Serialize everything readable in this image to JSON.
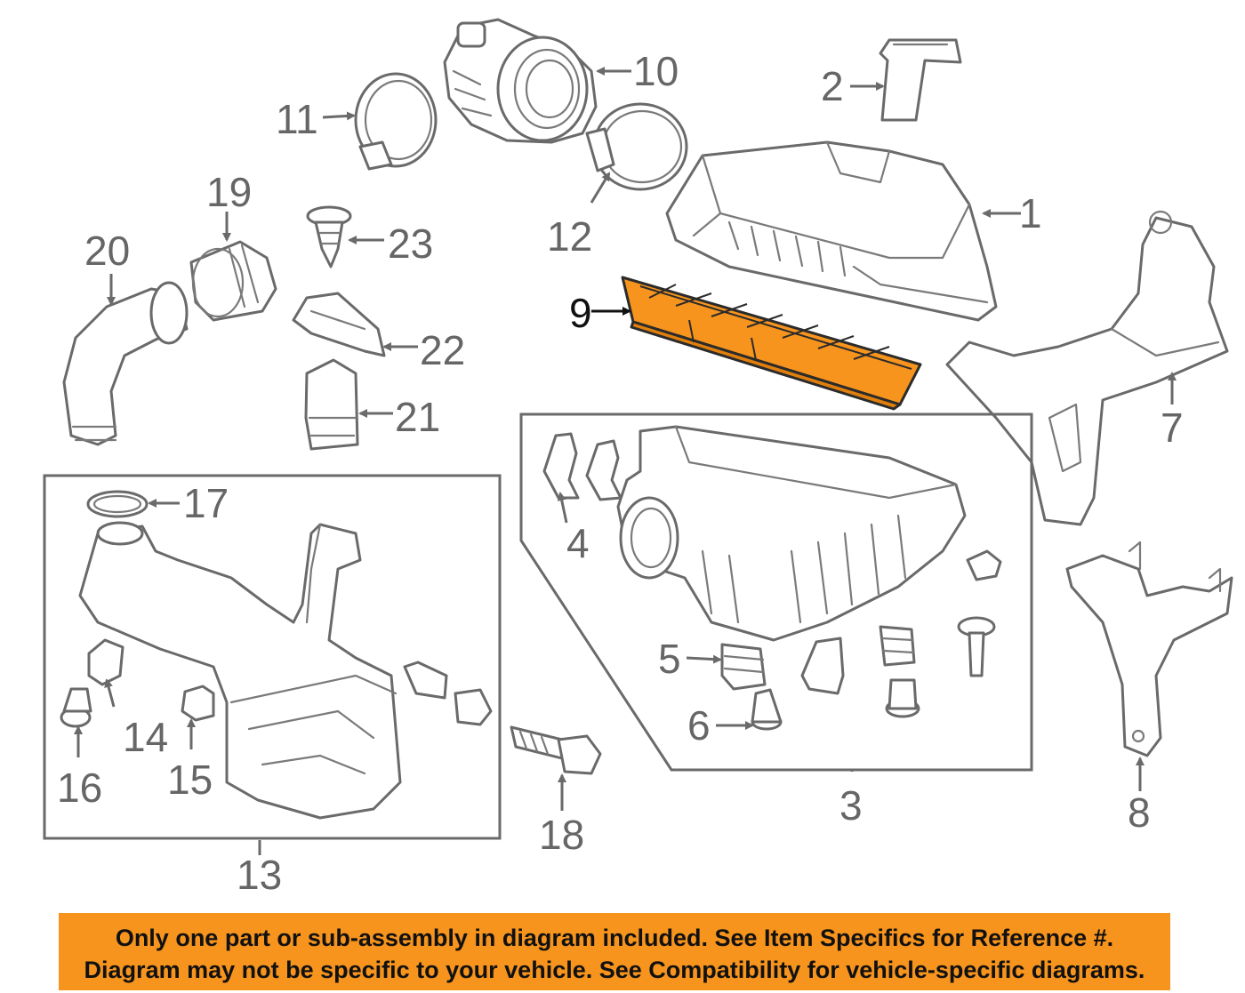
{
  "colors": {
    "line": "#6a6a6a",
    "highlight": "#f7941d",
    "notice_background": "#f7941d",
    "text_dark": "#111111"
  },
  "highlighted_part": "9",
  "callouts": {
    "c1": "1",
    "c2": "2",
    "c3": "3",
    "c4": "4",
    "c5": "5",
    "c6": "6",
    "c7": "7",
    "c8": "8",
    "c9": "9",
    "c10": "10",
    "c11": "11",
    "c12": "12",
    "c13": "13",
    "c14": "14",
    "c15": "15",
    "c16": "16",
    "c17": "17",
    "c18": "18",
    "c19": "19",
    "c20": "20",
    "c21": "21",
    "c22": "22",
    "c23": "23"
  },
  "notice": {
    "line1": "Only one part or sub-assembly in diagram included. See Item Specifics for Reference #.",
    "line2": "Diagram may not be specific to your vehicle. See Compatibility for vehicle-specific diagrams."
  }
}
